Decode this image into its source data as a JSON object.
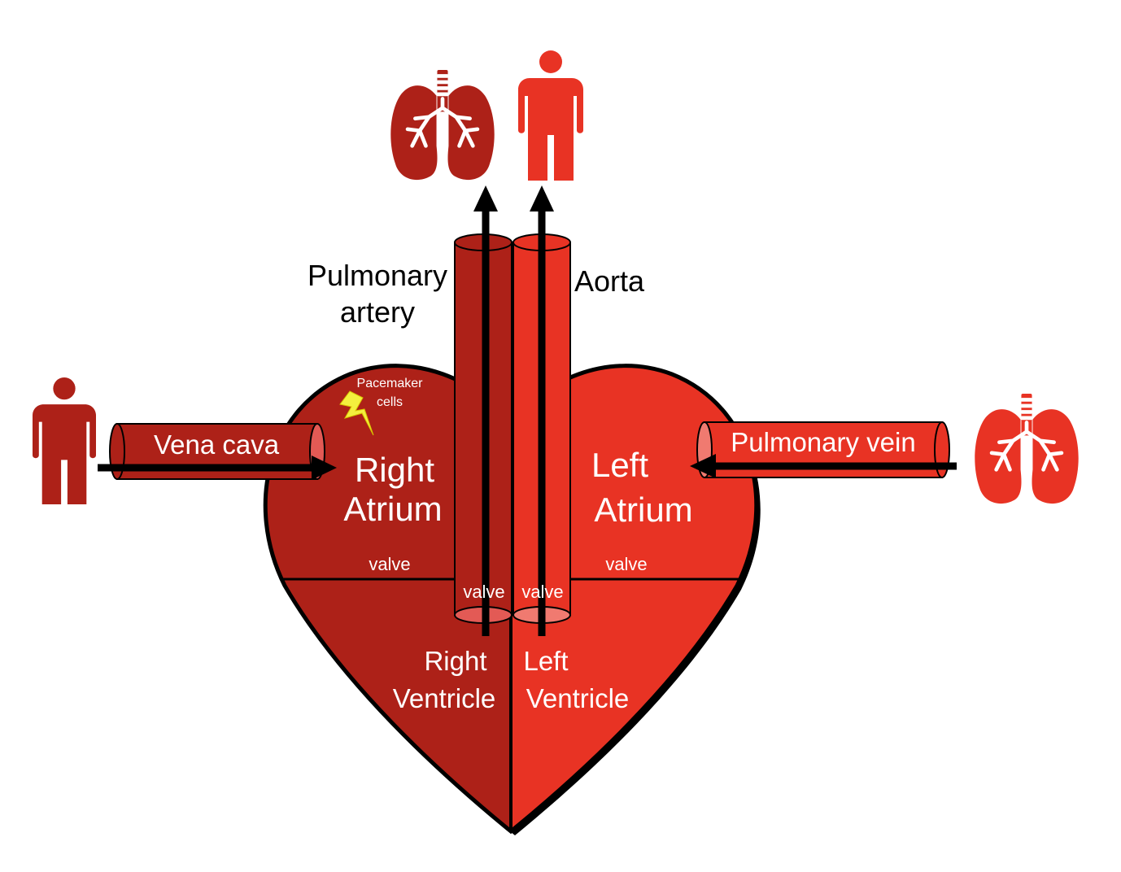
{
  "colors": {
    "right_side": "#ad2118",
    "left_side": "#e83324",
    "outline": "#000000",
    "arrow": "#000000",
    "bolt": "#f4ef3e",
    "text_light": "#ffffff",
    "text_dark": "#000000"
  },
  "labels": {
    "pulmonary_artery_line1": "Pulmonary",
    "pulmonary_artery_line2": "artery",
    "aorta": "Aorta",
    "vena_cava": "Vena cava",
    "pulmonary_vein": "Pulmonary vein",
    "pacemaker_line1": "Pacemaker",
    "pacemaker_line2": "cells",
    "right_atrium_line1": "Right",
    "right_atrium_line2": "Atrium",
    "left_atrium_line1": "Left",
    "left_atrium_line2": "Atrium",
    "right_ventricle_line1": "Right",
    "right_ventricle_line2": "Ventricle",
    "left_ventricle_line1": "Left",
    "left_ventricle_line2": "Ventricle",
    "valve_right_av": "valve",
    "valve_left_av": "valve",
    "valve_pulmonary": "valve",
    "valve_aortic": "valve"
  },
  "icons": {
    "body_left": "person-icon",
    "body_top": "person-icon",
    "lungs_top": "lungs-icon",
    "lungs_right": "lungs-icon",
    "pacemaker": "lightning-icon"
  }
}
